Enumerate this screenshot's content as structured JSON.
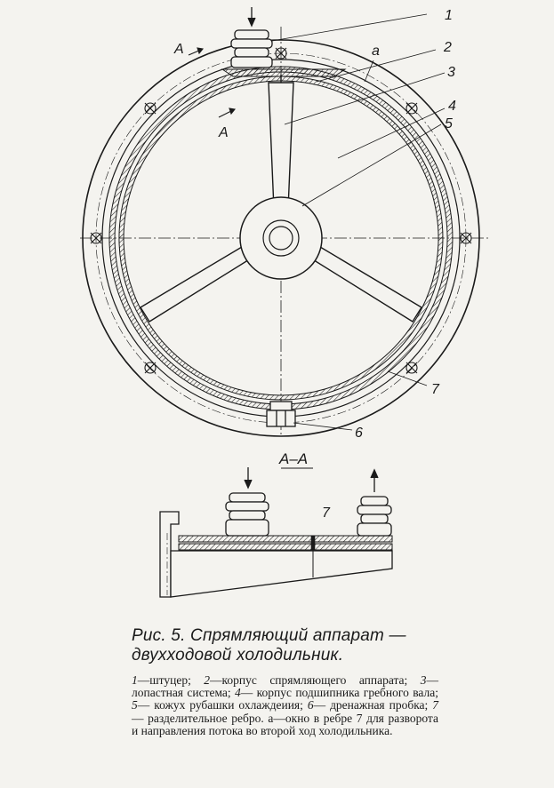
{
  "labels": {
    "l1": "1",
    "l2": "2",
    "l3": "3",
    "l4": "4",
    "l5": "5",
    "l6": "6",
    "l7": "7",
    "la": "а",
    "section_a1": "А",
    "section_a2": "А",
    "section_title": "А–А",
    "section_l7": "7"
  },
  "caption": {
    "title_line1": "Рис. 5. Спрямляющий аппарат —",
    "title_line2": "двухходовой холодильник.",
    "legend": [
      {
        "num": "1",
        "text": "—штуцер; "
      },
      {
        "num": "2",
        "text": "—корпус спрямляющего аппарата; "
      },
      {
        "num": "3",
        "text": "— лопастная система; "
      },
      {
        "num": "4",
        "text": "— корпус подшипника гребного вала; "
      },
      {
        "num": "5",
        "text": "— кожух рубашки охлаждеиия; "
      },
      {
        "num": "6",
        "text": "— дренажная пробка; "
      },
      {
        "num": "7",
        "text": "— разделительное ребро. "
      }
    ],
    "legend_tail": "а—окно в ребре 7 для разворота и направления потока во второй ход холодильника."
  }
}
